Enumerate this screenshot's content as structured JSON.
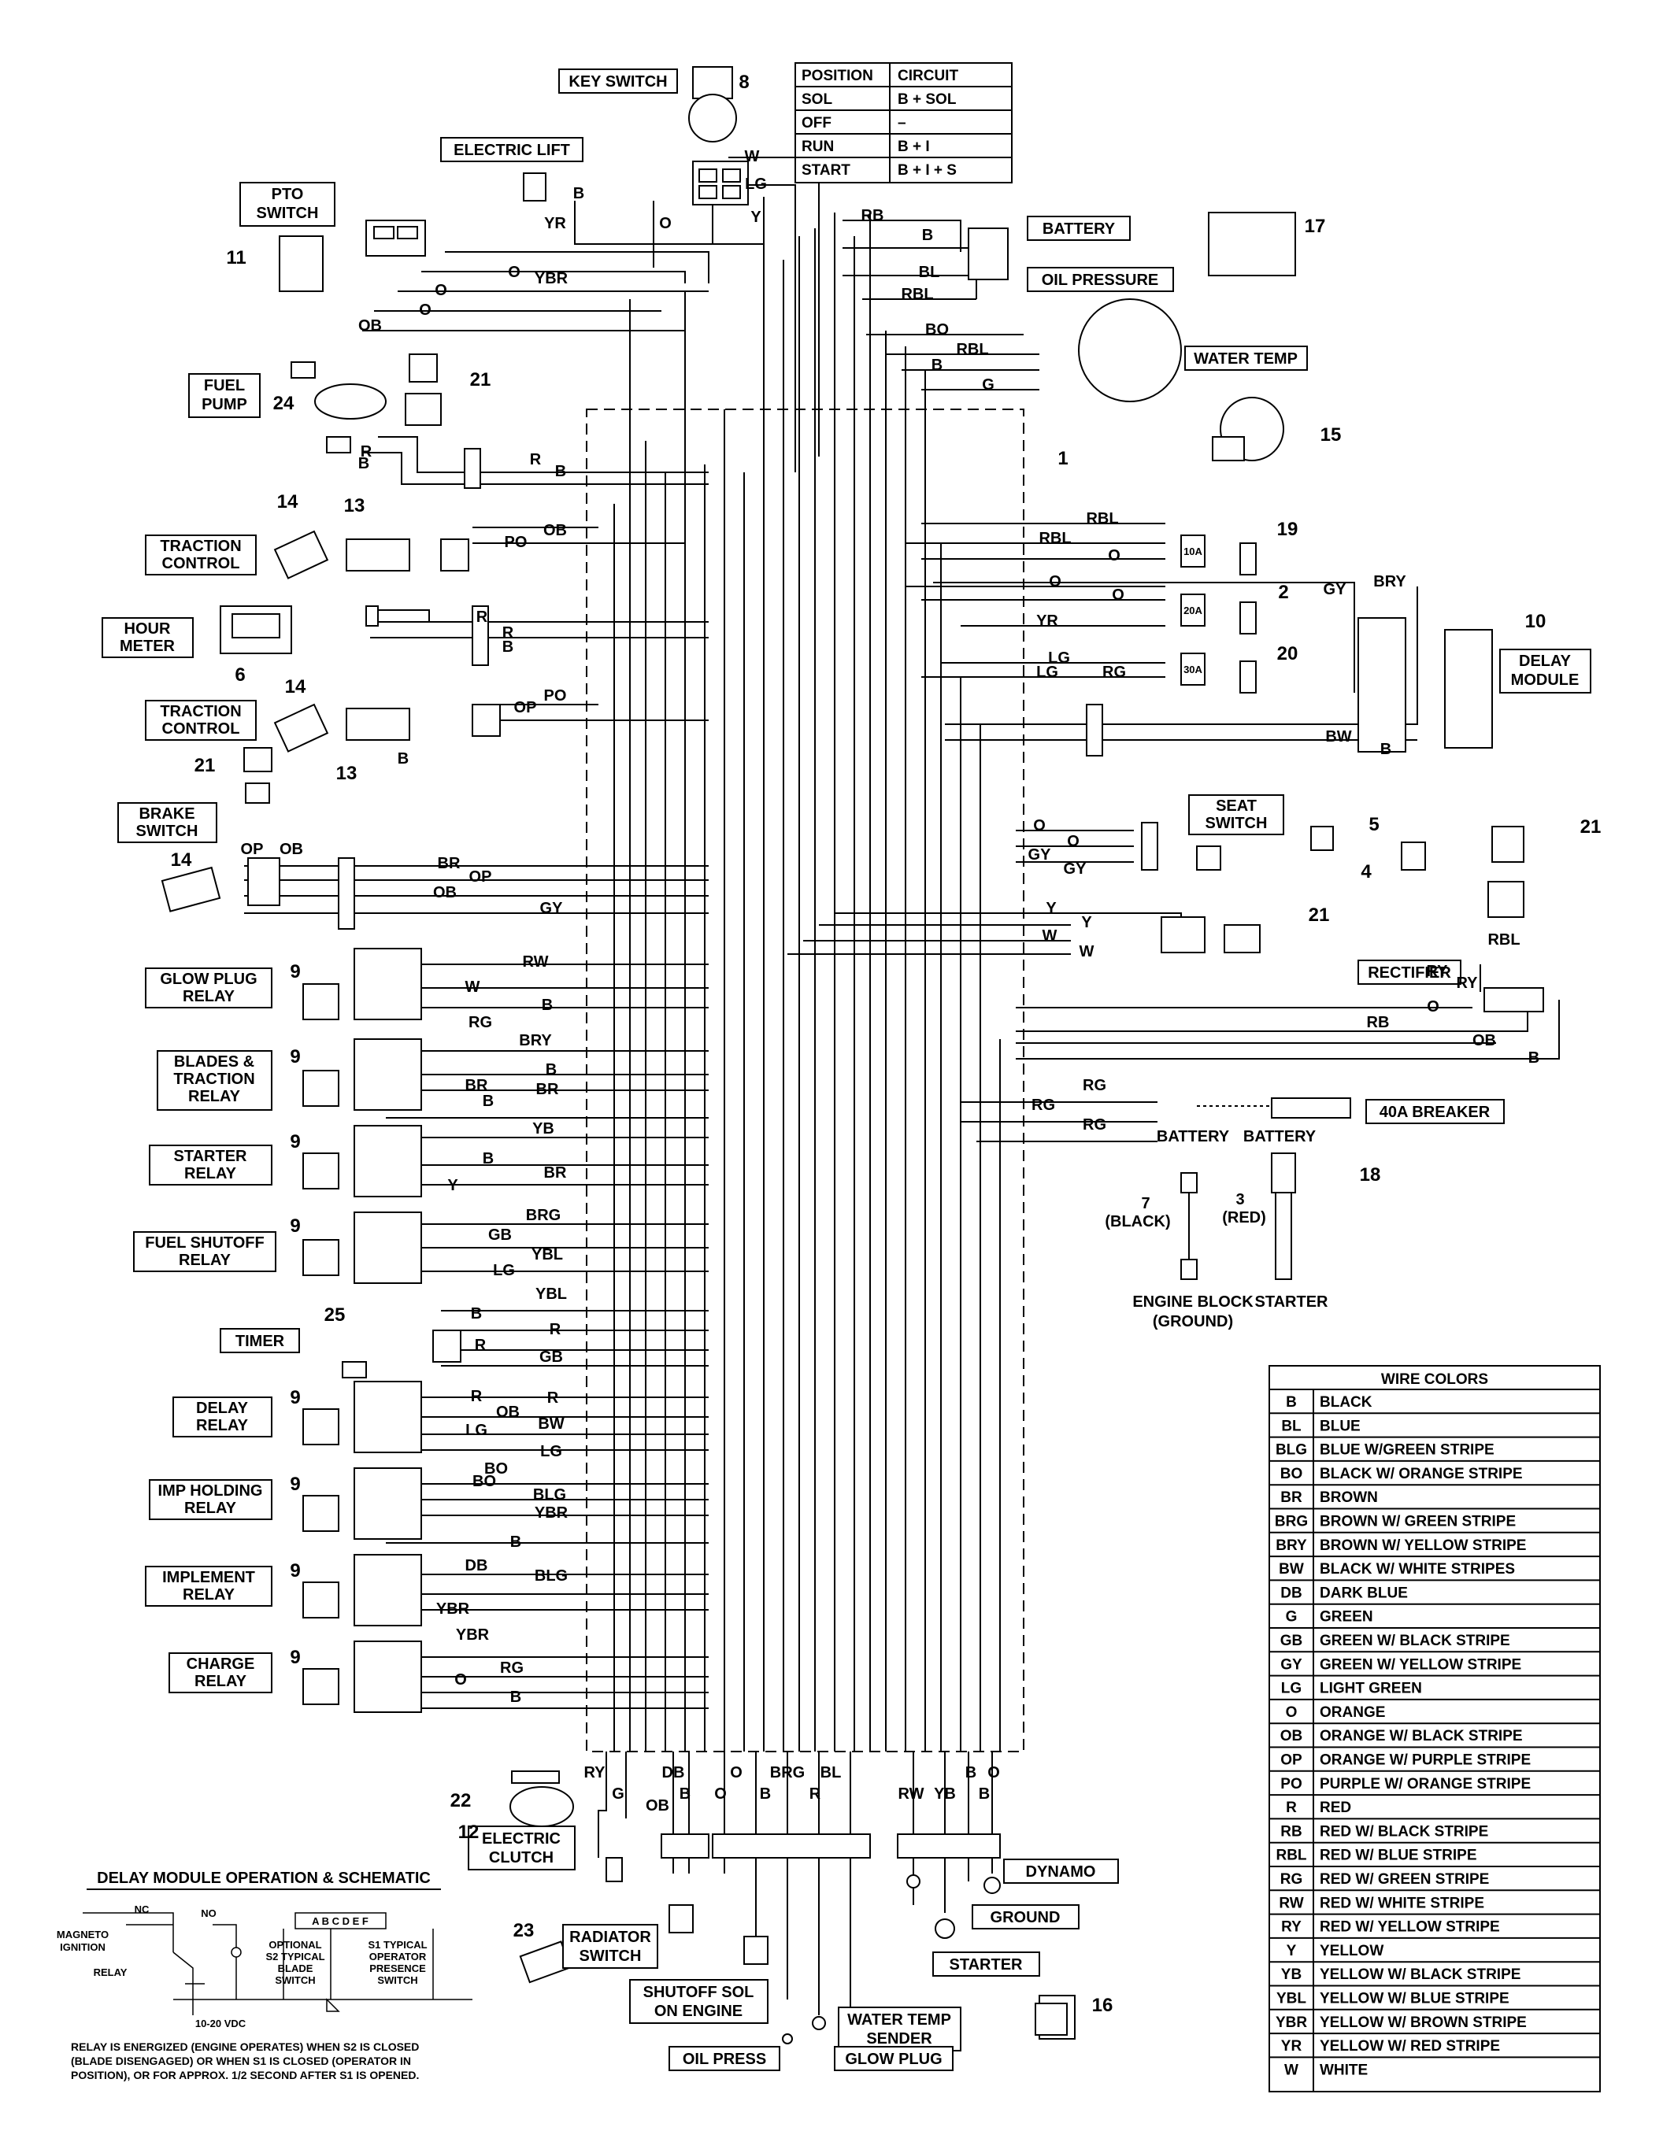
{
  "box_labels": {
    "key_switch": "KEY SWITCH",
    "electric_lift": "ELECTRIC LIFT",
    "pto_switch_1": "PTO",
    "pto_switch_2": "SWITCH",
    "fuel_pump_1": "FUEL",
    "fuel_pump_2": "PUMP",
    "traction_control_a_1": "TRACTION",
    "traction_control_a_2": "CONTROL",
    "hour_meter_1": "HOUR",
    "hour_meter_2": "METER",
    "traction_control_b_1": "TRACTION",
    "traction_control_b_2": "CONTROL",
    "brake_switch_1": "BRAKE",
    "brake_switch_2": "SWITCH",
    "glow_plug_relay_1": "GLOW PLUG",
    "glow_plug_relay_2": "RELAY",
    "blades_traction_relay_1": "BLADES &",
    "blades_traction_relay_2": "TRACTION",
    "blades_traction_relay_3": "RELAY",
    "starter_relay_1": "STARTER",
    "starter_relay_2": "RELAY",
    "fuel_shutoff_relay_1": "FUEL SHUTOFF",
    "fuel_shutoff_relay_2": "RELAY",
    "timer": "TIMER",
    "delay_relay_1": "DELAY",
    "delay_relay_2": "RELAY",
    "imp_holding_relay_1": "IMP HOLDING",
    "imp_holding_relay_2": "RELAY",
    "implement_relay_1": "IMPLEMENT",
    "implement_relay_2": "RELAY",
    "charge_relay_1": "CHARGE",
    "charge_relay_2": "RELAY",
    "electric_clutch_1": "ELECTRIC",
    "electric_clutch_2": "CLUTCH",
    "battery": "BATTERY",
    "oil_pressure": "OIL PRESSURE",
    "water_temp": "WATER TEMP",
    "delay_module_1": "DELAY",
    "delay_module_2": "MODULE",
    "seat_switch_1": "SEAT",
    "seat_switch_2": "SWITCH",
    "rectifier": "RECTIFIER",
    "breaker_40a": "40A BREAKER",
    "dynamo": "DYNAMO",
    "ground": "GROUND",
    "starter": "STARTER",
    "radiator_switch_1": "RADIATOR",
    "radiator_switch_2": "SWITCH",
    "shutoff_sol_1": "SHUTOFF SOL",
    "shutoff_sol_2": "ON ENGINE",
    "water_temp_sender_1": "WATER TEMP",
    "water_temp_sender_2": "SENDER",
    "oil_press": "OIL PRESS",
    "glow_plug": "GLOW PLUG"
  },
  "free_labels": {
    "battery_left": "BATTERY",
    "battery_right": "BATTERY",
    "cable_7_num": "7",
    "cable_7_color": "(BLACK)",
    "cable_3_num": "3",
    "cable_3_color": "(RED)",
    "engine_block_1": "ENGINE BLOCK",
    "engine_block_2": "(GROUND)",
    "starter_cable_end": "STARTER"
  },
  "callouts": {
    "n8": "8",
    "n11": "11",
    "n24": "24",
    "n21a": "21",
    "n14a": "14",
    "n13a": "13",
    "n6": "6",
    "n14b": "14",
    "n13b": "13",
    "n21b": "21",
    "n14c": "14",
    "n9a": "9",
    "n9b": "9",
    "n9c": "9",
    "n9d": "9",
    "n25": "25",
    "n9e": "9",
    "n9f": "9",
    "n9g": "9",
    "n9h": "9",
    "n22": "22",
    "n12": "12",
    "n23": "23",
    "n16": "16",
    "n17": "17",
    "n15": "15",
    "n1": "1",
    "n19": "19",
    "n2": "2",
    "n20": "20",
    "n10": "10",
    "n5": "5",
    "n4": "4",
    "n21c": "21",
    "n21d": "21",
    "n18": "18"
  },
  "fuses": {
    "f10a": "10A",
    "f20a": "20A",
    "f30a": "30A"
  },
  "key_switch_table": {
    "headers": [
      "POSITION",
      "CIRCUIT"
    ],
    "rows": [
      [
        "SOL",
        "B + SOL"
      ],
      [
        "OFF",
        "–"
      ],
      [
        "RUN",
        "B + I"
      ],
      [
        "START",
        "B + I + S"
      ]
    ]
  },
  "wire_colors_table": {
    "title": "WIRE COLORS",
    "rows": [
      [
        "B",
        "BLACK"
      ],
      [
        "BL",
        "BLUE"
      ],
      [
        "BLG",
        "BLUE W/GREEN STRIPE"
      ],
      [
        "BO",
        "BLACK W/ ORANGE STRIPE"
      ],
      [
        "BR",
        "BROWN"
      ],
      [
        "BRG",
        "BROWN W/ GREEN STRIPE"
      ],
      [
        "BRY",
        "BROWN W/ YELLOW STRIPE"
      ],
      [
        "BW",
        "BLACK W/ WHITE STRIPES"
      ],
      [
        "DB",
        "DARK BLUE"
      ],
      [
        "G",
        "GREEN"
      ],
      [
        "GB",
        "GREEN W/ BLACK STRIPE"
      ],
      [
        "GY",
        "GREEN W/ YELLOW STRIPE"
      ],
      [
        "LG",
        "LIGHT GREEN"
      ],
      [
        "O",
        "ORANGE"
      ],
      [
        "OB",
        "ORANGE W/ BLACK STRIPE"
      ],
      [
        "OP",
        "ORANGE W/ PURPLE STRIPE"
      ],
      [
        "PO",
        "PURPLE W/ ORANGE STRIPE"
      ],
      [
        "R",
        "RED"
      ],
      [
        "RB",
        "RED W/ BLACK STRIPE"
      ],
      [
        "RBL",
        "RED W/ BLUE STRIPE"
      ],
      [
        "RG",
        "RED W/ GREEN STRIPE"
      ],
      [
        "RW",
        "RED W/ WHITE STRIPE"
      ],
      [
        "RY",
        "RED W/ YELLOW STRIPE"
      ],
      [
        "Y",
        "YELLOW"
      ],
      [
        "YB",
        "YELLOW W/ BLACK STRIPE"
      ],
      [
        "YBL",
        "YELLOW W/ BLUE STRIPE"
      ],
      [
        "YBR",
        "YELLOW W/ BROWN STRIPE"
      ],
      [
        "YR",
        "YELLOW W/ RED STRIPE"
      ],
      [
        "W",
        "WHITE"
      ]
    ]
  },
  "delay_module_schematic": {
    "title": "DELAY MODULE OPERATION & SCHEMATIC",
    "pins": "A B C D E F",
    "magneto_1": "MAGNETO",
    "magneto_2": "IGNITION",
    "relay": "RELAY",
    "nc": "NC",
    "no": "NO",
    "s2_1": "OPTIONAL",
    "s2_2": "S2 TYPICAL",
    "s2_3": "BLADE",
    "s2_4": "SWITCH",
    "s1_1": "S1 TYPICAL",
    "s1_2": "OPERATOR",
    "s1_3": "PRESENCE",
    "s1_4": "SWITCH",
    "vdc": "10-20 VDC",
    "note_1": "RELAY IS ENERGIZED (ENGINE OPERATES) WHEN S2 IS CLOSED",
    "note_2": "(BLADE DISENGAGED) OR WHEN S1 IS CLOSED (OPERATOR IN",
    "note_3": "POSITION), OR FOR APPROX. 1/2 SECOND AFTER S1 IS OPENED."
  },
  "wire_labels": [
    "W",
    "LG",
    "Y",
    "O",
    "B",
    "YR",
    "O",
    "YBR",
    "O",
    "O",
    "OB",
    "RB",
    "B",
    "BL",
    "RBL",
    "BO",
    "RBL",
    "B",
    "G",
    "R",
    "B",
    "R",
    "B",
    "OB",
    "PO",
    "R",
    "R",
    "B",
    "B",
    "PO",
    "OP",
    "BR",
    "OP",
    "OB",
    "GY",
    "OP",
    "OB",
    "RBL",
    "RBL",
    "O",
    "O",
    "O",
    "YR",
    "LG",
    "LG",
    "RG",
    "BRY",
    "GY",
    "BW",
    "B",
    "O",
    "O",
    "GY",
    "GY",
    "Y",
    "Y",
    "W",
    "W",
    "RY",
    "RBL",
    "RY",
    "O",
    "RB",
    "OB",
    "B",
    "RG",
    "RG",
    "RG",
    "RW",
    "W",
    "B",
    "RG",
    "BRY",
    "B",
    "BR",
    "BR",
    "B",
    "YB",
    "B",
    "BR",
    "Y",
    "BRG",
    "GB",
    "YBL",
    "LG",
    "YBL",
    "B",
    "R",
    "R",
    "GB",
    "R",
    "R",
    "OB",
    "BW",
    "LG",
    "LG",
    "BO",
    "BO",
    "BLG",
    "YBR",
    "B",
    "DB",
    "BLG",
    "YBR",
    "YBR",
    "RG",
    "O",
    "B",
    "RY",
    "DB",
    "O",
    "BRG",
    "BL",
    "G",
    "B",
    "O",
    "B",
    "R",
    "RW",
    "YB",
    "B",
    "B",
    "O",
    "OB"
  ],
  "colors": {
    "ink": "#000000",
    "paper": "#ffffff"
  }
}
